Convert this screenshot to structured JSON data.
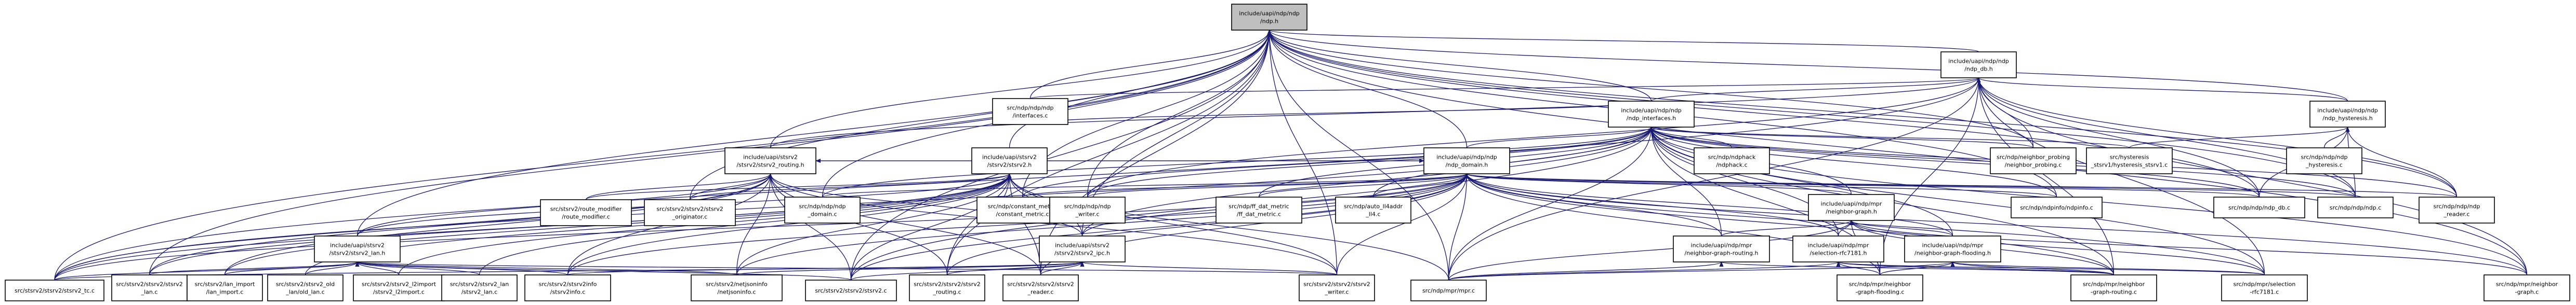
{
  "nodes": [
    {
      "id": "root",
      "lines": [
        "include/uapi/ndp/ndp",
        "/ndp.h"
      ],
      "root": true
    },
    {
      "id": "ndp_db",
      "lines": [
        "include/uapi/ndp/ndp",
        "/ndp_db.h"
      ]
    },
    {
      "id": "ndp_interfaces",
      "lines": [
        "include/uapi/ndp/ndp",
        "/ndp_interfaces.h"
      ]
    },
    {
      "id": "ndp_domain",
      "lines": [
        "include/uapi/ndp/ndp",
        "/ndp_domain.h"
      ]
    },
    {
      "id": "ndp_hysteresis",
      "lines": [
        "include/uapi/ndp/ndp",
        "/ndp_hysteresis.h"
      ]
    },
    {
      "id": "stsrv2_routing",
      "lines": [
        "include/uapi/stsrv2",
        "/stsrv2/stsrv2_routing.h"
      ]
    },
    {
      "id": "stsrv2_h",
      "lines": [
        "include/uapi/stsrv2",
        "/stsrv2/stsrv2.h"
      ]
    },
    {
      "id": "stsrv2_ipc",
      "lines": [
        "include/uapi/stsrv2",
        "/stsrv2/stsrv2_ipc.h"
      ]
    },
    {
      "id": "stsrv2_lan",
      "lines": [
        "include/uapi/stsrv2",
        "/stsrv2/stsrv2_lan.h"
      ]
    },
    {
      "id": "mpr_graph",
      "lines": [
        "include/uapi/ndp/mpr",
        "/neighbor-graph.h"
      ]
    },
    {
      "id": "mpr_rfc",
      "lines": [
        "include/uapi/ndp/mpr",
        "/selection-rfc7181.h"
      ]
    },
    {
      "id": "mpr_routing",
      "lines": [
        "include/uapi/ndp/mpr",
        "/neighbor-graph-routing.h"
      ]
    },
    {
      "id": "mpr_flooding",
      "lines": [
        "include/uapi/ndp/mpr",
        "/neighbor-graph-flooding.h"
      ]
    },
    {
      "id": "s_interfaces",
      "lines": [
        "src/ndp/ndp/ndp",
        "/interfaces.c"
      ]
    },
    {
      "id": "s_hack",
      "lines": [
        "src/ndp/ndphack",
        "/ndphack.c"
      ]
    },
    {
      "id": "s_probing",
      "lines": [
        "src/ndp/neighbor_probing",
        "/neighbor_probing.c"
      ]
    },
    {
      "id": "s_hyst_stsrv",
      "lines": [
        "src/hysteresis",
        "_stsrv1/hysteresis_stsrv1.c"
      ]
    },
    {
      "id": "s_hyst",
      "lines": [
        "src/ndp/ndp/ndp",
        "_hysteresis.c"
      ]
    },
    {
      "id": "s_domain",
      "lines": [
        "src/ndp/ndp/ndp",
        "_domain.c"
      ]
    },
    {
      "id": "s_constant",
      "lines": [
        "src/ndp/constant_metric",
        "/constant_metric.c"
      ]
    },
    {
      "id": "s_writer_ndp",
      "lines": [
        "src/ndp/ndp/ndp",
        "_writer.c"
      ]
    },
    {
      "id": "s_ff",
      "lines": [
        "src/ndp/ff_dat_metric",
        "/ff_dat_metric.c"
      ]
    },
    {
      "id": "s_auto",
      "lines": [
        "src/ndp/auto_ll4addr",
        "_ll4.c"
      ]
    },
    {
      "id": "s_ndpinfo",
      "lines": [
        "src/ndp/ndpinfo/ndpinfo.c"
      ]
    },
    {
      "id": "s_ndp_db",
      "lines": [
        "src/ndp/ndp/ndp_db.c"
      ]
    },
    {
      "id": "s_ndp",
      "lines": [
        "src/ndp/ndp/ndp.c"
      ]
    },
    {
      "id": "s_reader_ndp",
      "lines": [
        "src/ndp/ndp/ndp",
        "_reader.c"
      ]
    },
    {
      "id": "s_route_mod",
      "lines": [
        "src/stsrv2/route_modifier",
        "/route_modifier.c"
      ]
    },
    {
      "id": "s_originator",
      "lines": [
        "src/stsrv2/stsrv2/stsrv2",
        "_originator.c"
      ]
    },
    {
      "id": "s_tc",
      "lines": [
        "src/stsrv2/stsrv2/stsrv2_tc.c"
      ]
    },
    {
      "id": "s_lan",
      "lines": [
        "src/stsrv2/stsrv2/stsrv2",
        "_lan.c"
      ]
    },
    {
      "id": "s_lan_import",
      "lines": [
        "src/stsrv2/lan_import",
        "/lan_import.c"
      ]
    },
    {
      "id": "s_old_lan",
      "lines": [
        "src/stsrv2/stsrv2_old",
        "_lan/old_lan.c"
      ]
    },
    {
      "id": "s_l2import",
      "lines": [
        "src/stsrv2/stsrv2_l2import",
        "/stsrv2_l2import.c"
      ]
    },
    {
      "id": "s_lan_o",
      "lines": [
        "src/stsrv2/stsrv2_lan",
        "/stsrv2_lan.c"
      ]
    },
    {
      "id": "s_info",
      "lines": [
        "src/stsrv2/stsrv2info",
        "/stsrv2info.c"
      ]
    },
    {
      "id": "s_netjsoninfo",
      "lines": [
        "src/stsrv2/netjsoninfo",
        "/netjsoninfo.c"
      ]
    },
    {
      "id": "s_stsrv2c",
      "lines": [
        "src/stsrv2/stsrv2/stsrv2.c"
      ]
    },
    {
      "id": "s_routing",
      "lines": [
        "src/stsrv2/stsrv2/stsrv2",
        "_routing.c"
      ]
    },
    {
      "id": "s_reader",
      "lines": [
        "src/stsrv2/stsrv2/stsrv2",
        "_reader.c"
      ]
    },
    {
      "id": "s_writer",
      "lines": [
        "src/stsrv2/stsrv2/stsrv2",
        "_writer.c"
      ]
    },
    {
      "id": "s_mpr",
      "lines": [
        "src/ndp/mpr/mpr.c"
      ]
    },
    {
      "id": "s_flood",
      "lines": [
        "src/ndp/mpr/neighbor",
        "-graph-flooding.c"
      ]
    },
    {
      "id": "s_groute",
      "lines": [
        "src/ndp/mpr/neighbor",
        "-graph-routing.c"
      ]
    },
    {
      "id": "s_sel",
      "lines": [
        "src/ndp/mpr/selection",
        "-rfc7181.c"
      ]
    },
    {
      "id": "s_graph",
      "lines": [
        "src/ndp/mpr/neighbor",
        "-graph.c"
      ]
    }
  ],
  "edges": [
    [
      "ndp_db",
      "root"
    ],
    [
      "ndp_interfaces",
      "root"
    ],
    [
      "ndp_domain",
      "root"
    ],
    [
      "ndp_hysteresis",
      "root"
    ],
    [
      "stsrv2_routing",
      "root"
    ],
    [
      "stsrv2_h",
      "root"
    ],
    [
      "stsrv2_ipc",
      "root"
    ],
    [
      "stsrv2_lan",
      "root"
    ],
    [
      "s_interfaces",
      "root"
    ],
    [
      "s_domain",
      "root"
    ],
    [
      "s_constant",
      "root"
    ],
    [
      "s_writer_ndp",
      "root"
    ],
    [
      "s_ndp_db",
      "root"
    ],
    [
      "s_ndp",
      "root"
    ],
    [
      "s_reader_ndp",
      "root"
    ],
    [
      "s_tc",
      "root"
    ],
    [
      "s_lan",
      "root"
    ],
    [
      "s_originator",
      "root"
    ],
    [
      "s_stsrv2c",
      "root"
    ],
    [
      "s_routing",
      "root"
    ],
    [
      "s_reader",
      "root"
    ],
    [
      "s_writer",
      "root"
    ],
    [
      "s_mpr",
      "root"
    ],
    [
      "s_graph",
      "root"
    ],
    [
      "s_ndpinfo",
      "root"
    ],
    [
      "s_probing",
      "root"
    ],
    [
      "ndp_interfaces",
      "ndp_db"
    ],
    [
      "ndp_hysteresis",
      "ndp_db"
    ],
    [
      "s_probing",
      "ndp_db"
    ],
    [
      "s_ndp_db",
      "ndp_db"
    ],
    [
      "s_ndp",
      "ndp_db"
    ],
    [
      "s_reader_ndp",
      "ndp_db"
    ],
    [
      "s_mpr",
      "ndp_db"
    ],
    [
      "s_graph",
      "ndp_db"
    ],
    [
      "s_sel",
      "ndp_db"
    ],
    [
      "s_groute",
      "ndp_db"
    ],
    [
      "s_flood",
      "ndp_db"
    ],
    [
      "s_interfaces",
      "ndp_db"
    ],
    [
      "s_tc",
      "ndp_db"
    ],
    [
      "stsrv2_routing",
      "ndp_db"
    ],
    [
      "s_writer_ndp",
      "ndp_db"
    ],
    [
      "s_hyst",
      "ndp_hysteresis"
    ],
    [
      "s_hyst_stsrv",
      "ndp_hysteresis"
    ],
    [
      "s_ndp",
      "ndp_hysteresis"
    ],
    [
      "s_ndp_db",
      "ndp_hysteresis"
    ],
    [
      "s_reader_ndp",
      "ndp_hysteresis"
    ],
    [
      "ndp_domain",
      "ndp_interfaces"
    ],
    [
      "s_hack",
      "ndp_interfaces"
    ],
    [
      "s_interfaces",
      "ndp_interfaces"
    ],
    [
      "s_probing",
      "ndp_interfaces"
    ],
    [
      "s_hyst_stsrv",
      "ndp_interfaces"
    ],
    [
      "s_ndpinfo",
      "ndp_interfaces"
    ],
    [
      "s_ndp_db",
      "ndp_interfaces"
    ],
    [
      "s_ndp",
      "ndp_interfaces"
    ],
    [
      "s_domain",
      "ndp_interfaces"
    ],
    [
      "s_constant",
      "ndp_interfaces"
    ],
    [
      "s_writer_ndp",
      "ndp_interfaces"
    ],
    [
      "s_ff",
      "ndp_interfaces"
    ],
    [
      "s_auto",
      "ndp_interfaces"
    ],
    [
      "s_reader_ndp",
      "ndp_interfaces"
    ],
    [
      "mpr_graph",
      "ndp_interfaces"
    ],
    [
      "mpr_rfc",
      "ndp_interfaces"
    ],
    [
      "mpr_routing",
      "ndp_interfaces"
    ],
    [
      "mpr_flooding",
      "ndp_interfaces"
    ],
    [
      "s_mpr",
      "ndp_interfaces"
    ],
    [
      "s_tc",
      "ndp_interfaces"
    ],
    [
      "s_stsrv2c",
      "ndp_interfaces"
    ],
    [
      "s_graph",
      "ndp_interfaces"
    ],
    [
      "s_sel",
      "ndp_interfaces"
    ],
    [
      "s_flood",
      "ndp_interfaces"
    ],
    [
      "s_groute",
      "ndp_interfaces"
    ],
    [
      "stsrv2_ipc",
      "ndp_interfaces"
    ],
    [
      "stsrv2_routing",
      "ndp_domain"
    ],
    [
      "stsrv2_h",
      "ndp_domain"
    ],
    [
      "stsrv2_ipc",
      "ndp_domain"
    ],
    [
      "mpr_graph",
      "ndp_domain"
    ],
    [
      "mpr_rfc",
      "ndp_domain"
    ],
    [
      "mpr_routing",
      "ndp_domain"
    ],
    [
      "mpr_flooding",
      "ndp_domain"
    ],
    [
      "s_domain",
      "ndp_domain"
    ],
    [
      "s_constant",
      "ndp_domain"
    ],
    [
      "s_writer_ndp",
      "ndp_domain"
    ],
    [
      "s_ff",
      "ndp_domain"
    ],
    [
      "s_auto",
      "ndp_domain"
    ],
    [
      "s_ndpinfo",
      "ndp_domain"
    ],
    [
      "s_ndp_db",
      "ndp_domain"
    ],
    [
      "s_ndp",
      "ndp_domain"
    ],
    [
      "s_reader_ndp",
      "ndp_domain"
    ],
    [
      "s_tc",
      "ndp_domain"
    ],
    [
      "s_mpr",
      "ndp_domain"
    ],
    [
      "s_stsrv2c",
      "ndp_domain"
    ],
    [
      "s_routing",
      "ndp_domain"
    ],
    [
      "s_reader",
      "ndp_domain"
    ],
    [
      "s_writer",
      "ndp_domain"
    ],
    [
      "s_info",
      "ndp_domain"
    ],
    [
      "s_netjsoninfo",
      "ndp_domain"
    ],
    [
      "s_flood",
      "ndp_domain"
    ],
    [
      "s_groute",
      "ndp_domain"
    ],
    [
      "s_sel",
      "ndp_domain"
    ],
    [
      "s_graph",
      "ndp_domain"
    ],
    [
      "stsrv2_h",
      "stsrv2_routing"
    ],
    [
      "stsrv2_lan",
      "stsrv2_routing"
    ],
    [
      "stsrv2_ipc",
      "stsrv2_routing"
    ],
    [
      "s_route_mod",
      "stsrv2_routing"
    ],
    [
      "s_originator",
      "stsrv2_routing"
    ],
    [
      "s_tc",
      "stsrv2_routing"
    ],
    [
      "s_lan",
      "stsrv2_routing"
    ],
    [
      "s_lan_import",
      "stsrv2_routing"
    ],
    [
      "s_info",
      "stsrv2_routing"
    ],
    [
      "s_netjsoninfo",
      "stsrv2_routing"
    ],
    [
      "s_stsrv2c",
      "stsrv2_routing"
    ],
    [
      "s_routing",
      "stsrv2_routing"
    ],
    [
      "s_reader",
      "stsrv2_routing"
    ],
    [
      "s_writer",
      "stsrv2_routing"
    ],
    [
      "stsrv2_lan",
      "stsrv2_h"
    ],
    [
      "stsrv2_ipc",
      "stsrv2_h"
    ],
    [
      "s_route_mod",
      "stsrv2_h"
    ],
    [
      "s_originator",
      "stsrv2_h"
    ],
    [
      "s_tc",
      "stsrv2_h"
    ],
    [
      "s_lan",
      "stsrv2_h"
    ],
    [
      "s_lan_import",
      "stsrv2_h"
    ],
    [
      "s_old_lan",
      "stsrv2_h"
    ],
    [
      "s_l2import",
      "stsrv2_h"
    ],
    [
      "s_lan_o",
      "stsrv2_h"
    ],
    [
      "s_info",
      "stsrv2_h"
    ],
    [
      "s_netjsoninfo",
      "stsrv2_h"
    ],
    [
      "s_stsrv2c",
      "stsrv2_h"
    ],
    [
      "s_routing",
      "stsrv2_h"
    ],
    [
      "s_reader",
      "stsrv2_h"
    ],
    [
      "s_writer",
      "stsrv2_h"
    ],
    [
      "s_mpr",
      "stsrv2_h"
    ],
    [
      "s_tc",
      "stsrv2_ipc"
    ],
    [
      "s_stsrv2c",
      "stsrv2_ipc"
    ],
    [
      "s_routing",
      "stsrv2_ipc"
    ],
    [
      "s_reader",
      "stsrv2_ipc"
    ],
    [
      "s_writer",
      "stsrv2_ipc"
    ],
    [
      "s_info",
      "stsrv2_ipc"
    ],
    [
      "s_netjsoninfo",
      "stsrv2_ipc"
    ],
    [
      "s_tc",
      "stsrv2_lan"
    ],
    [
      "s_lan",
      "stsrv2_lan"
    ],
    [
      "s_lan_import",
      "stsrv2_lan"
    ],
    [
      "s_old_lan",
      "stsrv2_lan"
    ],
    [
      "s_l2import",
      "stsrv2_lan"
    ],
    [
      "s_lan_o",
      "stsrv2_lan"
    ],
    [
      "s_info",
      "stsrv2_lan"
    ],
    [
      "s_netjsoninfo",
      "stsrv2_lan"
    ],
    [
      "s_stsrv2c",
      "stsrv2_lan"
    ],
    [
      "s_writer",
      "stsrv2_lan"
    ],
    [
      "mpr_rfc",
      "mpr_graph"
    ],
    [
      "mpr_routing",
      "mpr_graph"
    ],
    [
      "mpr_flooding",
      "mpr_graph"
    ],
    [
      "s_mpr",
      "mpr_graph"
    ],
    [
      "s_flood",
      "mpr_graph"
    ],
    [
      "s_groute",
      "mpr_graph"
    ],
    [
      "s_sel",
      "mpr_graph"
    ],
    [
      "s_graph",
      "mpr_graph"
    ],
    [
      "s_mpr",
      "mpr_rfc"
    ],
    [
      "s_sel",
      "mpr_rfc"
    ],
    [
      "s_flood",
      "mpr_rfc"
    ],
    [
      "s_groute",
      "mpr_rfc"
    ],
    [
      "s_mpr",
      "mpr_routing"
    ],
    [
      "s_groute",
      "mpr_routing"
    ],
    [
      "s_mpr",
      "mpr_flooding"
    ],
    [
      "s_flood",
      "mpr_flooding"
    ],
    [
      "s_groute",
      "mpr_flooding"
    ],
    [
      "s_sel",
      "mpr_flooding"
    ]
  ]
}
